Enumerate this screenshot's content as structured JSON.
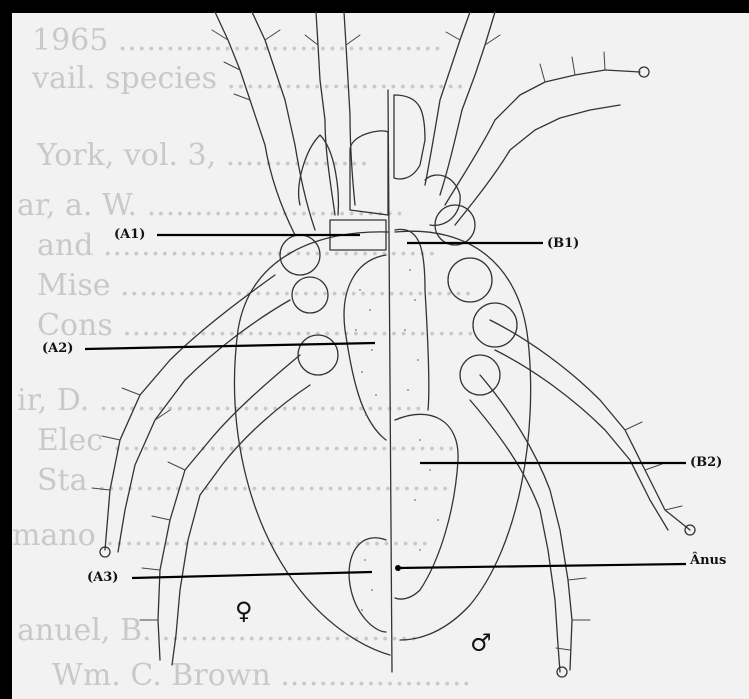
{
  "labels": {
    "a1": "(A1)",
    "a2": "(A2)",
    "a3": "(A3)",
    "b1": "(B1)",
    "b2": "(B2)",
    "anus": "Ânus"
  },
  "sex_symbols": {
    "female": "♀",
    "male": "♂"
  },
  "colors": {
    "frame": "#000000",
    "paper": "#f2f2f2",
    "ink": "#333333",
    "ghost_text": "#c9c9c9"
  }
}
